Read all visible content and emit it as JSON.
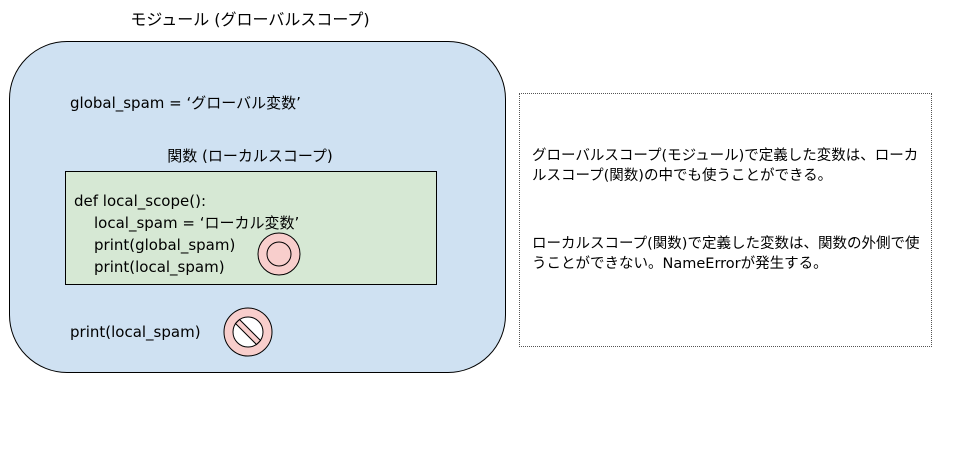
{
  "module": {
    "title": "モジュール (グローバルスコープ)",
    "global_line": "global_spam = ‘グローバル変数’",
    "print_line": "print(local_spam)"
  },
  "function": {
    "title": "関数 (ローカルスコープ)",
    "code": [
      "def local_scope():",
      "local_spam = ‘ローカル変数’",
      "print(global_spam)",
      "print(local_spam)"
    ]
  },
  "notes": {
    "paragraph1": "グローバルスコープ(モジュール)で定義した変数は、ローカルスコープ(関数)の中でも使うことができる。",
    "paragraph2": "ローカルスコープ(関数)で定義した変数は、関数の外側で使うことができない。NameErrorが発生する。"
  },
  "icons": {
    "allowed": "allowed-circle-icon",
    "forbidden": "prohibited-icon"
  },
  "colors": {
    "module_fill": "#cfe1f2",
    "function_fill": "#d6e8d4",
    "icon_fill": "#f8cecc",
    "icon_stroke": "#000000"
  }
}
